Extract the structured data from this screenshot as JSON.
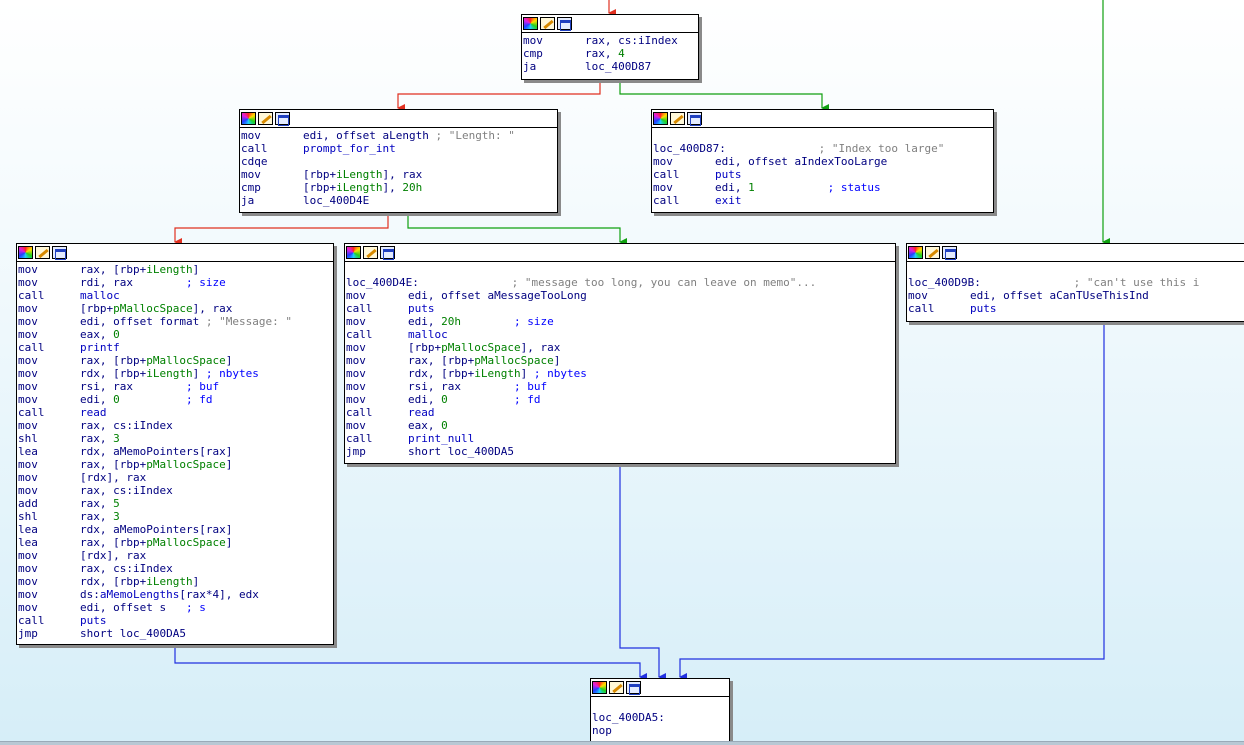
{
  "colors": {
    "edge_true": "#e03020",
    "edge_false": "#10a010",
    "edge_uncond": "#2030e0"
  },
  "header_icons": [
    "color-palette-icon",
    "edit-pencil-icon",
    "graph-overview-icon"
  ],
  "nodes": [
    {
      "id": "block-400d6f",
      "lines": [
        {
          "mn": "mov",
          "ops": [
            {
              "t": "rax, cs:"
            },
            {
              "t": "iIndex",
              "c": "lbl"
            }
          ]
        },
        {
          "mn": "cmp",
          "ops": [
            {
              "t": "rax, "
            },
            {
              "t": "4",
              "c": "num"
            }
          ]
        },
        {
          "mn": "ja",
          "ops": [
            {
              "t": "loc_400D87"
            }
          ]
        }
      ]
    },
    {
      "id": "block-length-prompt",
      "lines": [
        {
          "mn": "mov",
          "ops": [
            {
              "t": "edi, offset aLength "
            },
            {
              "t": "; \"Length: \"",
              "c": "cmt"
            }
          ]
        },
        {
          "mn": "call",
          "ops": [
            {
              "t": "prompt_for_int",
              "c": "fn"
            }
          ]
        },
        {
          "mn": "cdqe",
          "ops": []
        },
        {
          "mn": "mov",
          "ops": [
            {
              "t": "[rbp+"
            },
            {
              "t": "iLength",
              "c": "sym"
            },
            {
              "t": "], rax"
            }
          ]
        },
        {
          "mn": "cmp",
          "ops": [
            {
              "t": "[rbp+"
            },
            {
              "t": "iLength",
              "c": "sym"
            },
            {
              "t": "], "
            },
            {
              "t": "20h",
              "c": "num"
            }
          ]
        },
        {
          "mn": "ja",
          "ops": [
            {
              "t": "loc_400D4E"
            }
          ]
        }
      ]
    },
    {
      "id": "block-400d87",
      "lines": [
        {
          "blank": true
        },
        {
          "label": "loc_400D87:",
          "pad": "              ",
          "comment": "; \"Index too large\""
        },
        {
          "mn": "mov",
          "ops": [
            {
              "t": "edi, offset aIndexTooLarge"
            }
          ]
        },
        {
          "mn": "call",
          "ops": [
            {
              "t": "puts",
              "c": "fn"
            }
          ]
        },
        {
          "mn": "mov",
          "ops": [
            {
              "t": "edi, "
            },
            {
              "t": "1",
              "c": "num"
            },
            {
              "t": "           "
            },
            {
              "t": "; status",
              "c": "cmt2"
            }
          ]
        },
        {
          "mn": "call",
          "ops": [
            {
              "t": "exit",
              "c": "fn"
            }
          ]
        }
      ]
    },
    {
      "id": "block-malloc-store",
      "lines": [
        {
          "mn": "mov",
          "ops": [
            {
              "t": "rax, [rbp+"
            },
            {
              "t": "iLength",
              "c": "sym"
            },
            {
              "t": "]"
            }
          ]
        },
        {
          "mn": "mov",
          "ops": [
            {
              "t": "rdi, rax        "
            },
            {
              "t": "; size",
              "c": "cmt2"
            }
          ]
        },
        {
          "mn": "call",
          "ops": [
            {
              "t": "malloc",
              "c": "fn"
            }
          ]
        },
        {
          "mn": "mov",
          "ops": [
            {
              "t": "[rbp+"
            },
            {
              "t": "pMallocSpace",
              "c": "sym"
            },
            {
              "t": "], rax"
            }
          ]
        },
        {
          "mn": "mov",
          "ops": [
            {
              "t": "edi, offset format "
            },
            {
              "t": "; \"Message: \"",
              "c": "cmt"
            }
          ]
        },
        {
          "mn": "mov",
          "ops": [
            {
              "t": "eax, "
            },
            {
              "t": "0",
              "c": "num"
            }
          ]
        },
        {
          "mn": "call",
          "ops": [
            {
              "t": "printf",
              "c": "fn"
            }
          ]
        },
        {
          "mn": "mov",
          "ops": [
            {
              "t": "rax, [rbp+"
            },
            {
              "t": "pMallocSpace",
              "c": "sym"
            },
            {
              "t": "]"
            }
          ]
        },
        {
          "mn": "mov",
          "ops": [
            {
              "t": "rdx, [rbp+"
            },
            {
              "t": "iLength",
              "c": "sym"
            },
            {
              "t": "] "
            },
            {
              "t": "; nbytes",
              "c": "cmt2"
            }
          ]
        },
        {
          "mn": "mov",
          "ops": [
            {
              "t": "rsi, rax        "
            },
            {
              "t": "; buf",
              "c": "cmt2"
            }
          ]
        },
        {
          "mn": "mov",
          "ops": [
            {
              "t": "edi, "
            },
            {
              "t": "0",
              "c": "num"
            },
            {
              "t": "          "
            },
            {
              "t": "; fd",
              "c": "cmt2"
            }
          ]
        },
        {
          "mn": "call",
          "ops": [
            {
              "t": "read",
              "c": "fn"
            }
          ]
        },
        {
          "mn": "mov",
          "ops": [
            {
              "t": "rax, cs:"
            },
            {
              "t": "iIndex",
              "c": "lbl"
            }
          ]
        },
        {
          "mn": "shl",
          "ops": [
            {
              "t": "rax, "
            },
            {
              "t": "3",
              "c": "num"
            }
          ]
        },
        {
          "mn": "lea",
          "ops": [
            {
              "t": "rdx, aMemoPointers[rax]"
            }
          ]
        },
        {
          "mn": "mov",
          "ops": [
            {
              "t": "rax, [rbp+"
            },
            {
              "t": "pMallocSpace",
              "c": "sym"
            },
            {
              "t": "]"
            }
          ]
        },
        {
          "mn": "mov",
          "ops": [
            {
              "t": "[rdx], rax"
            }
          ]
        },
        {
          "mn": "mov",
          "ops": [
            {
              "t": "rax, cs:"
            },
            {
              "t": "iIndex",
              "c": "lbl"
            }
          ]
        },
        {
          "mn": "add",
          "ops": [
            {
              "t": "rax, "
            },
            {
              "t": "5",
              "c": "num"
            }
          ]
        },
        {
          "mn": "shl",
          "ops": [
            {
              "t": "rax, "
            },
            {
              "t": "3",
              "c": "num"
            }
          ]
        },
        {
          "mn": "lea",
          "ops": [
            {
              "t": "rdx, aMemoPointers[rax]"
            }
          ]
        },
        {
          "mn": "lea",
          "ops": [
            {
              "t": "rax, [rbp+"
            },
            {
              "t": "pMallocSpace",
              "c": "sym"
            },
            {
              "t": "]"
            }
          ]
        },
        {
          "mn": "mov",
          "ops": [
            {
              "t": "[rdx], rax"
            }
          ]
        },
        {
          "mn": "mov",
          "ops": [
            {
              "t": "rax, cs:"
            },
            {
              "t": "iIndex",
              "c": "lbl"
            }
          ]
        },
        {
          "mn": "mov",
          "ops": [
            {
              "t": "rdx, [rbp+"
            },
            {
              "t": "iLength",
              "c": "sym"
            },
            {
              "t": "]"
            }
          ]
        },
        {
          "mn": "mov",
          "ops": [
            {
              "t": "ds:"
            },
            {
              "t": "aMemoLengths",
              "c": "fn"
            },
            {
              "t": "[rax*4], edx"
            }
          ]
        },
        {
          "mn": "mov",
          "ops": [
            {
              "t": "edi, offset s   "
            },
            {
              "t": "; s",
              "c": "cmt2"
            }
          ]
        },
        {
          "mn": "call",
          "ops": [
            {
              "t": "puts",
              "c": "fn"
            }
          ]
        },
        {
          "mn": "jmp",
          "ops": [
            {
              "t": "short loc_400DA5"
            }
          ]
        }
      ]
    },
    {
      "id": "block-400d4e",
      "lines": [
        {
          "blank": true
        },
        {
          "label": "loc_400D4E:",
          "pad": "              ",
          "comment": "; \"message too long, you can leave on memo\"..."
        },
        {
          "mn": "mov",
          "ops": [
            {
              "t": "edi, offset aMessageTooLong"
            }
          ]
        },
        {
          "mn": "call",
          "ops": [
            {
              "t": "puts",
              "c": "fn"
            }
          ]
        },
        {
          "mn": "mov",
          "ops": [
            {
              "t": "edi, "
            },
            {
              "t": "20h",
              "c": "num"
            },
            {
              "t": "        "
            },
            {
              "t": "; size",
              "c": "cmt2"
            }
          ]
        },
        {
          "mn": "call",
          "ops": [
            {
              "t": "malloc",
              "c": "fn"
            }
          ]
        },
        {
          "mn": "mov",
          "ops": [
            {
              "t": "[rbp+"
            },
            {
              "t": "pMallocSpace",
              "c": "sym"
            },
            {
              "t": "], rax"
            }
          ]
        },
        {
          "mn": "mov",
          "ops": [
            {
              "t": "rax, [rbp+"
            },
            {
              "t": "pMallocSpace",
              "c": "sym"
            },
            {
              "t": "]"
            }
          ]
        },
        {
          "mn": "mov",
          "ops": [
            {
              "t": "rdx, [rbp+"
            },
            {
              "t": "iLength",
              "c": "sym"
            },
            {
              "t": "] "
            },
            {
              "t": "; nbytes",
              "c": "cmt2"
            }
          ]
        },
        {
          "mn": "mov",
          "ops": [
            {
              "t": "rsi, rax        "
            },
            {
              "t": "; buf",
              "c": "cmt2"
            }
          ]
        },
        {
          "mn": "mov",
          "ops": [
            {
              "t": "edi, "
            },
            {
              "t": "0",
              "c": "num"
            },
            {
              "t": "          "
            },
            {
              "t": "; fd",
              "c": "cmt2"
            }
          ]
        },
        {
          "mn": "call",
          "ops": [
            {
              "t": "read",
              "c": "fn"
            }
          ]
        },
        {
          "mn": "mov",
          "ops": [
            {
              "t": "eax, "
            },
            {
              "t": "0",
              "c": "num"
            }
          ]
        },
        {
          "mn": "call",
          "ops": [
            {
              "t": "print_null",
              "c": "fn"
            }
          ]
        },
        {
          "mn": "jmp",
          "ops": [
            {
              "t": "short loc_400DA5"
            }
          ]
        }
      ]
    },
    {
      "id": "block-400d9b",
      "lines": [
        {
          "blank": true
        },
        {
          "label": "loc_400D9B:",
          "pad": "              ",
          "comment": "; \"can't use this i"
        },
        {
          "mn": "mov",
          "ops": [
            {
              "t": "edi, offset aCanTUseThisInd"
            }
          ]
        },
        {
          "mn": "call",
          "ops": [
            {
              "t": "puts",
              "c": "fn"
            }
          ]
        }
      ]
    },
    {
      "id": "block-400da5",
      "lines": [
        {
          "blank": true
        },
        {
          "label": "loc_400DA5:",
          "pad": "",
          "comment": ""
        },
        {
          "mn": "nop",
          "ops": []
        }
      ]
    }
  ]
}
